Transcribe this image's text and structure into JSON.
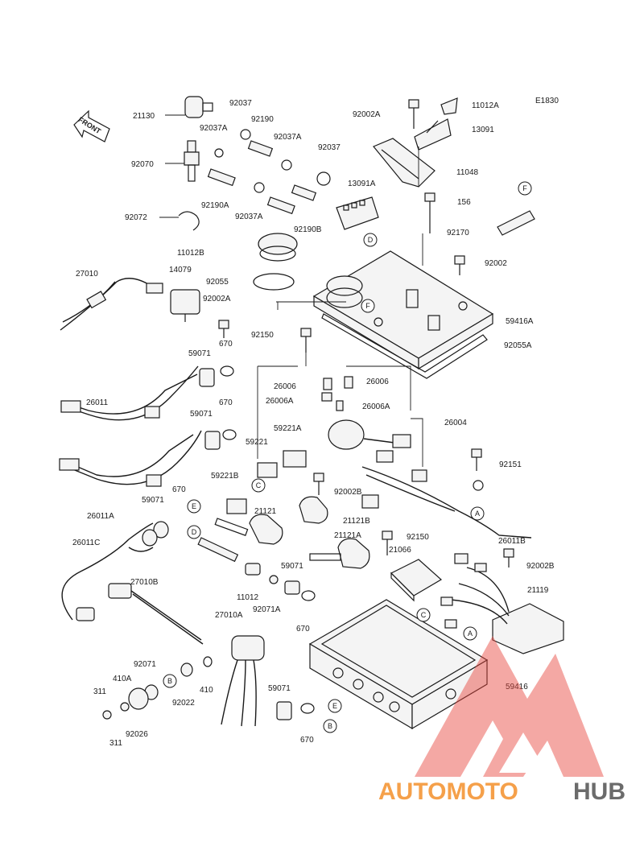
{
  "diagram_code": "E1830",
  "front_arrow_text": "FRONT",
  "watermark": {
    "text_a": "AUTOMOTO",
    "text_b": "HUB",
    "color_a": "#f5a04a",
    "color_b": "#6b6b6b",
    "logo_color": "#e8453c"
  },
  "labels": [
    "21130",
    "92037",
    "92190",
    "92037A",
    "92037A",
    "92037",
    "92070",
    "13091A",
    "92190A",
    "92037A",
    "92190B",
    "92072",
    "92002A",
    "11012A",
    "13091",
    "11048",
    "156",
    "F",
    "92170",
    "11012B",
    "92002",
    "92055",
    "27010",
    "14079",
    "92002A",
    "59416A",
    "92150",
    "92055A",
    "670",
    "59071",
    "26006",
    "26006",
    "26006A",
    "26006A",
    "26011",
    "670",
    "59071",
    "26004",
    "59221A",
    "59221",
    "92151",
    "59221B",
    "92002B",
    "670",
    "59071",
    "21121",
    "21121B",
    "26011A",
    "92150",
    "21121A",
    "26011B",
    "26011C",
    "21066",
    "92002B",
    "59071",
    "27010B",
    "11012",
    "92071A",
    "21119",
    "670",
    "27010A",
    "92071",
    "410A",
    "410",
    "92022",
    "311",
    "59416",
    "59071",
    "311",
    "92026",
    "670"
  ],
  "callouts": [
    "D",
    "F",
    "C",
    "E",
    "D",
    "A",
    "C",
    "A",
    "B",
    "E",
    "B"
  ]
}
